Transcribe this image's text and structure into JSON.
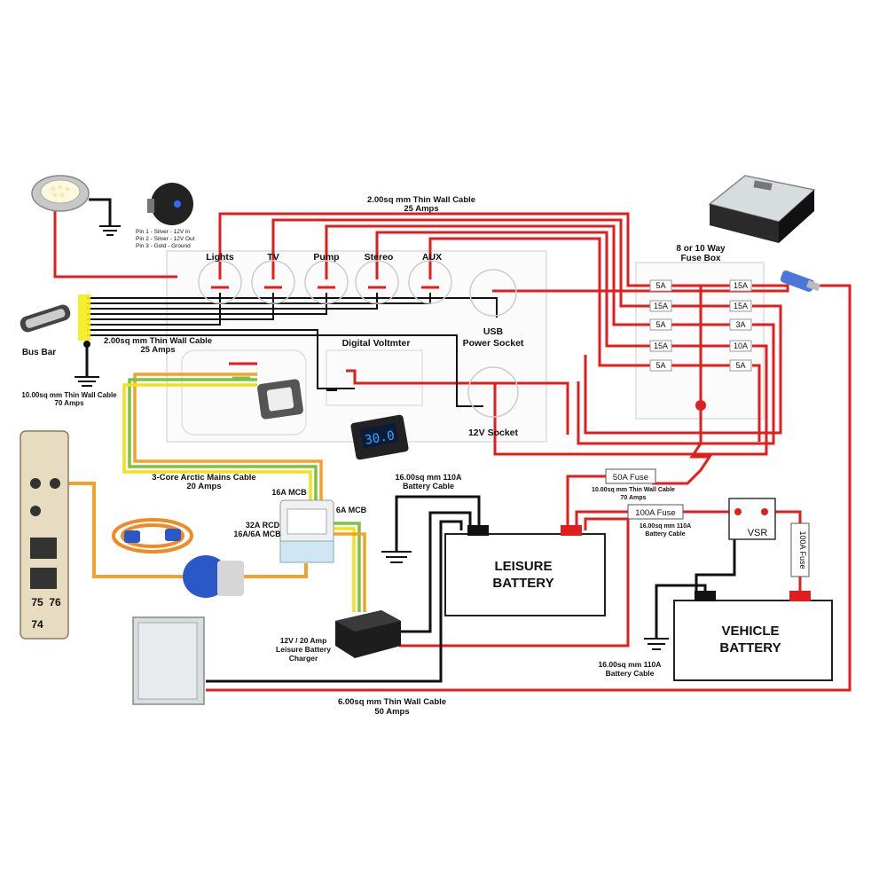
{
  "cable_labels": {
    "top_cable_1": "2.00sq mm Thin Wall Cable",
    "top_cable_2": "25 Amps",
    "bus_cable_1": "2.00sq mm Thin Wall Cable",
    "bus_cable_2": "25 Amps",
    "ground_cable_1": "10.00sq mm Thin Wall Cable",
    "ground_cable_2": "70 Amps",
    "mains_cable_1": "3-Core Arctic Mains Cable",
    "mains_cable_2": "20 Amps",
    "battery_cable_1": "16.00sq mm 110A",
    "battery_cable_2": "Battery Cable",
    "fuse50_cable_1": "10.00sq mm Thin Wall Cable",
    "fuse50_cable_2": "70 Amps",
    "fuse100_cable_1": "16.00sq mm 110A",
    "fuse100_cable_2": "Battery Cable",
    "vehicle_cable_1": "16.00sq mm 110A",
    "vehicle_cable_2": "Battery Cable",
    "bottom_cable_1": "6.00sq mm Thin Wall Cable",
    "bottom_cable_2": "50 Amps"
  },
  "switch_pins": {
    "pin1": "Pin 1 - Silver - 12V in",
    "pin2": "Pin 2 - Silver - 12V Out",
    "pin3": "Pin 3 - Gold - Ground"
  },
  "panel_switches": [
    "Lights",
    "TV",
    "Pump",
    "Stereo",
    "AUX"
  ],
  "usb_socket_1": "USB",
  "usb_socket_2": "Power Socket",
  "socket_12v": "12V Socket",
  "voltmeter_label": "Digital Voltmter",
  "voltmeter_reading": "30.0",
  "bus_bar": "Bus Bar",
  "fuse_box_1": "8 or 10 Way",
  "fuse_box_2": "Fuse Box",
  "fuses_left": [
    "5A",
    "15A",
    "5A",
    "15A",
    "5A"
  ],
  "fuses_right": [
    "15A",
    "15A",
    "3A",
    "10A",
    "5A"
  ],
  "mcb_16a": "16A MCB",
  "mcb_6a": "6A MCB",
  "rcd_1": "32A RCD",
  "rcd_2": "16A/6A MCB",
  "charger_1": "12V / 20 Amp",
  "charger_2": "Leisure Battery",
  "charger_3": "Charger",
  "fuse_50a": "50A Fuse",
  "fuse_100a": "100A Fuse",
  "fuse_100a_vertical": "100A Fuse",
  "vsr": "VSR",
  "leisure_battery_1": "LEISURE",
  "leisure_battery_2": "BATTERY",
  "vehicle_battery_1": "VEHICLE",
  "vehicle_battery_2": "BATTERY",
  "hookup_numbers": [
    "75",
    "76",
    "74"
  ],
  "colors": {
    "positive": "#e01e1e",
    "negative": "#111111",
    "mains_orange": "#f2a12a",
    "earth_green": "#7dc242",
    "earth_yellow": "#f2e21a"
  }
}
